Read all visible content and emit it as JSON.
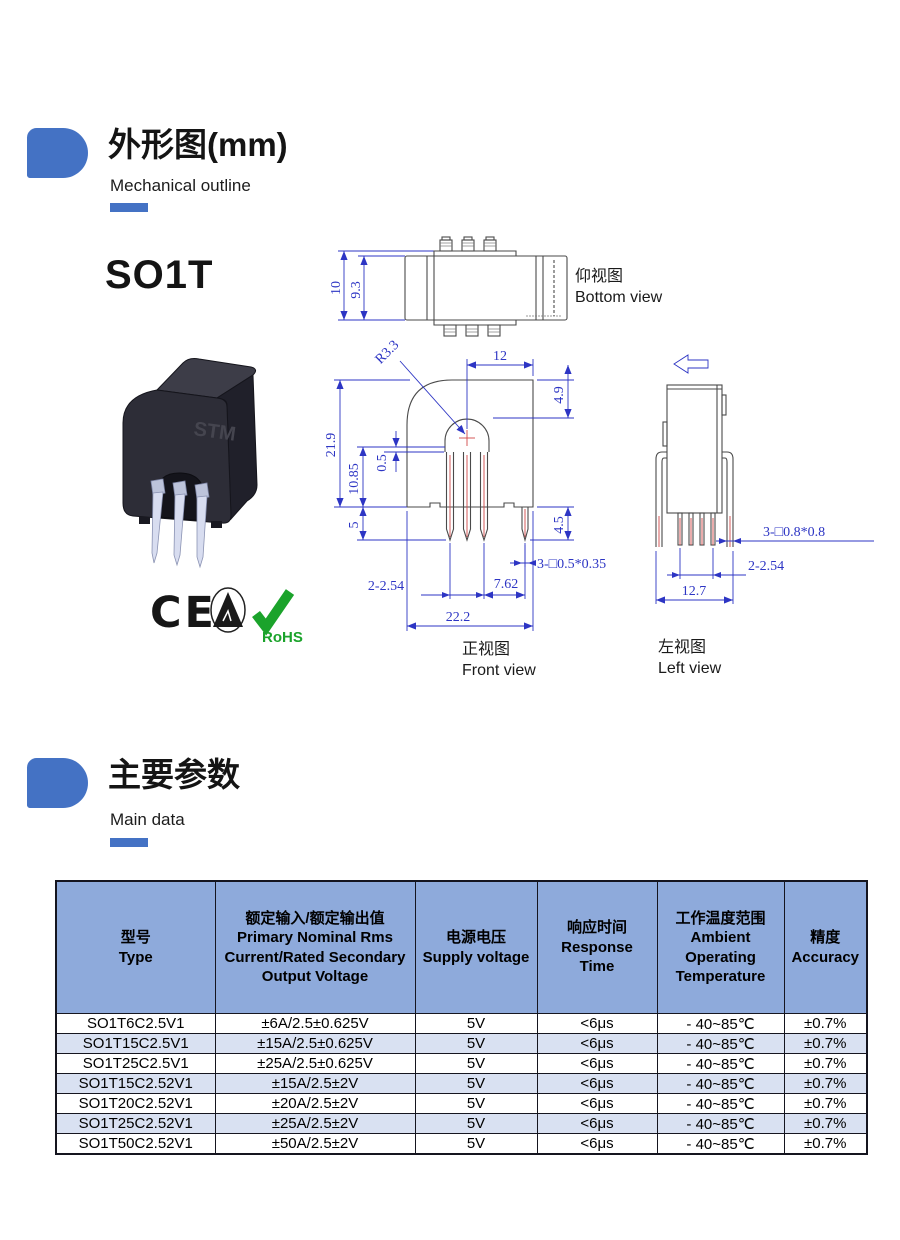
{
  "colors": {
    "accent": "#4472C4",
    "dimension_blue": "#2d35c4",
    "outline_gray": "#4a4a4a",
    "centerline_red": "#d04848",
    "table_header_bg": "#8EAADB",
    "table_alt_row_bg": "#D9E1F2",
    "rohs_green": "#1ba32b"
  },
  "section_outline": {
    "title_cn": "外形图(mm)",
    "title_en": "Mechanical outline",
    "product_name": "SO1T",
    "product_marking": "STM"
  },
  "views": {
    "bottom": {
      "label_cn": "仰视图",
      "label_en": "Bottom view",
      "dims": {
        "overall": "10",
        "body": "9.3"
      }
    },
    "front": {
      "label_cn": "正视图",
      "label_en": "Front view",
      "dims": {
        "radius": "R3.3",
        "top_width": "12",
        "top_right": "4.9",
        "height": "21.9",
        "mid_height": "10.85",
        "gap": "0.5",
        "pin_below": "5",
        "leg_below": "4.5",
        "pin_note": "3-□0.5*0.35",
        "pin_pitch": "2-2.54",
        "leg_pitch": "7.62",
        "overall_width": "22.2"
      }
    },
    "left": {
      "label_cn": "左视图",
      "label_en": "Left view",
      "dims": {
        "pin_note": "3-□0.8*0.8",
        "pin_pitch": "2-2.54",
        "overall_width": "12.7"
      }
    }
  },
  "certifications": {
    "ce_label": "CE",
    "rohs_label": "RoHS"
  },
  "section_data": {
    "title_cn": "主要参数",
    "title_en": "Main data"
  },
  "table": {
    "headers": [
      {
        "cn": "型号",
        "en": "Type"
      },
      {
        "cn": "额定输入/额定输出值",
        "en": "Primary Nominal Rms Current/Rated Secondary Output Voltage"
      },
      {
        "cn": "电源电压",
        "en": "Supply voltage"
      },
      {
        "cn": "响应时间",
        "en": "Response Time"
      },
      {
        "cn": "工作温度范围",
        "en": "Ambient Operating Temperature"
      },
      {
        "cn": "精度",
        "en": "Accuracy"
      }
    ],
    "rows": [
      {
        "type": "SO1T6C2.5V1",
        "io": "±6A/2.5±0.625V",
        "supply": "5V",
        "response": "<6μs",
        "temp": "- 40~85℃",
        "accuracy": "±0.7%"
      },
      {
        "type": "SO1T15C2.5V1",
        "io": "±15A/2.5±0.625V",
        "supply": "5V",
        "response": "<6μs",
        "temp": "- 40~85℃",
        "accuracy": "±0.7%"
      },
      {
        "type": "SO1T25C2.5V1",
        "io": "±25A/2.5±0.625V",
        "supply": "5V",
        "response": "<6μs",
        "temp": "- 40~85℃",
        "accuracy": "±0.7%"
      },
      {
        "type": "SO1T15C2.52V1",
        "io": "±15A/2.5±2V",
        "supply": "5V",
        "response": "<6μs",
        "temp": "- 40~85℃",
        "accuracy": "±0.7%"
      },
      {
        "type": "SO1T20C2.52V1",
        "io": "±20A/2.5±2V",
        "supply": "5V",
        "response": "<6μs",
        "temp": "- 40~85℃",
        "accuracy": "±0.7%"
      },
      {
        "type": "SO1T25C2.52V1",
        "io": "±25A/2.5±2V",
        "supply": "5V",
        "response": "<6μs",
        "temp": "- 40~85℃",
        "accuracy": "±0.7%"
      },
      {
        "type": "SO1T50C2.52V1",
        "io": "±50A/2.5±2V",
        "supply": "5V",
        "response": "<6μs",
        "temp": "- 40~85℃",
        "accuracy": "±0.7%"
      }
    ]
  }
}
